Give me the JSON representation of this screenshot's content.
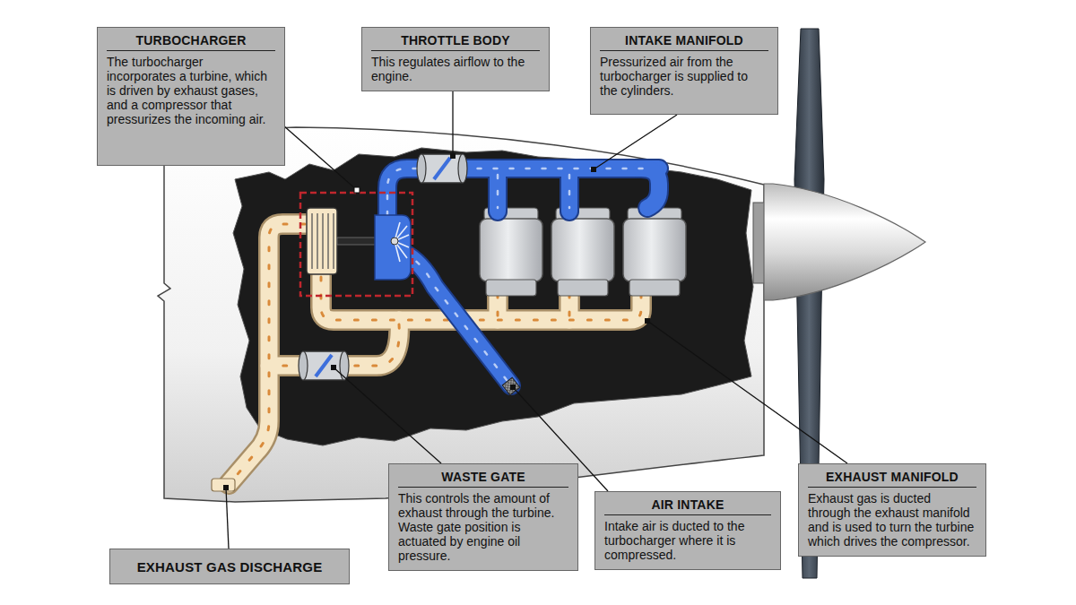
{
  "diagram": {
    "nodes": [
      {
        "text": [
          "TURBOCHARGER",
          "The turbocharger incorporates a turbine, which is driven by exhaust gases, and a compressor that pressurizes the incoming air."
        ]
      },
      {
        "text": [
          "THROTTLE BODY",
          "This regulates airflow to the engine."
        ]
      },
      {
        "text": [
          "INTAKE MANIFOLD",
          "Pressurized air from the turbocharger is supplied to the cylinders."
        ]
      },
      {
        "text": [
          "WASTE GATE",
          "This controls the amount of exhaust through the turbine. Waste gate position is actuated by engine oil pressure."
        ]
      },
      {
        "text": [
          "AIR INTAKE",
          "Intake air is ducted to the turbocharger where it is compressed."
        ]
      },
      {
        "text": [
          "EXHAUST MANIFOLD",
          "Exhaust gas is ducted through the exhaust manifold and is used to turn the turbine which drives the compressor."
        ]
      },
      {
        "text": [
          "EXHAUST GAS DISCHARGE"
        ]
      }
    ]
  }
}
